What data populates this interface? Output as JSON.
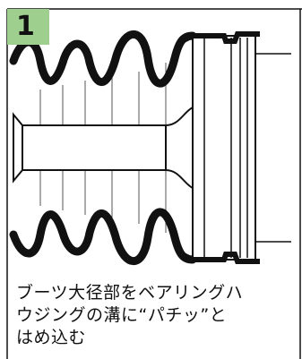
{
  "step": {
    "number": "1"
  },
  "caption": {
    "line1": "ブーツ大径部をベアリングハ",
    "line2": "ウジングの溝に“パチッ”と",
    "line3": "はめ込む"
  },
  "colors": {
    "badge": "#9fcf8f",
    "ink": "#111111",
    "line": "#333333"
  }
}
